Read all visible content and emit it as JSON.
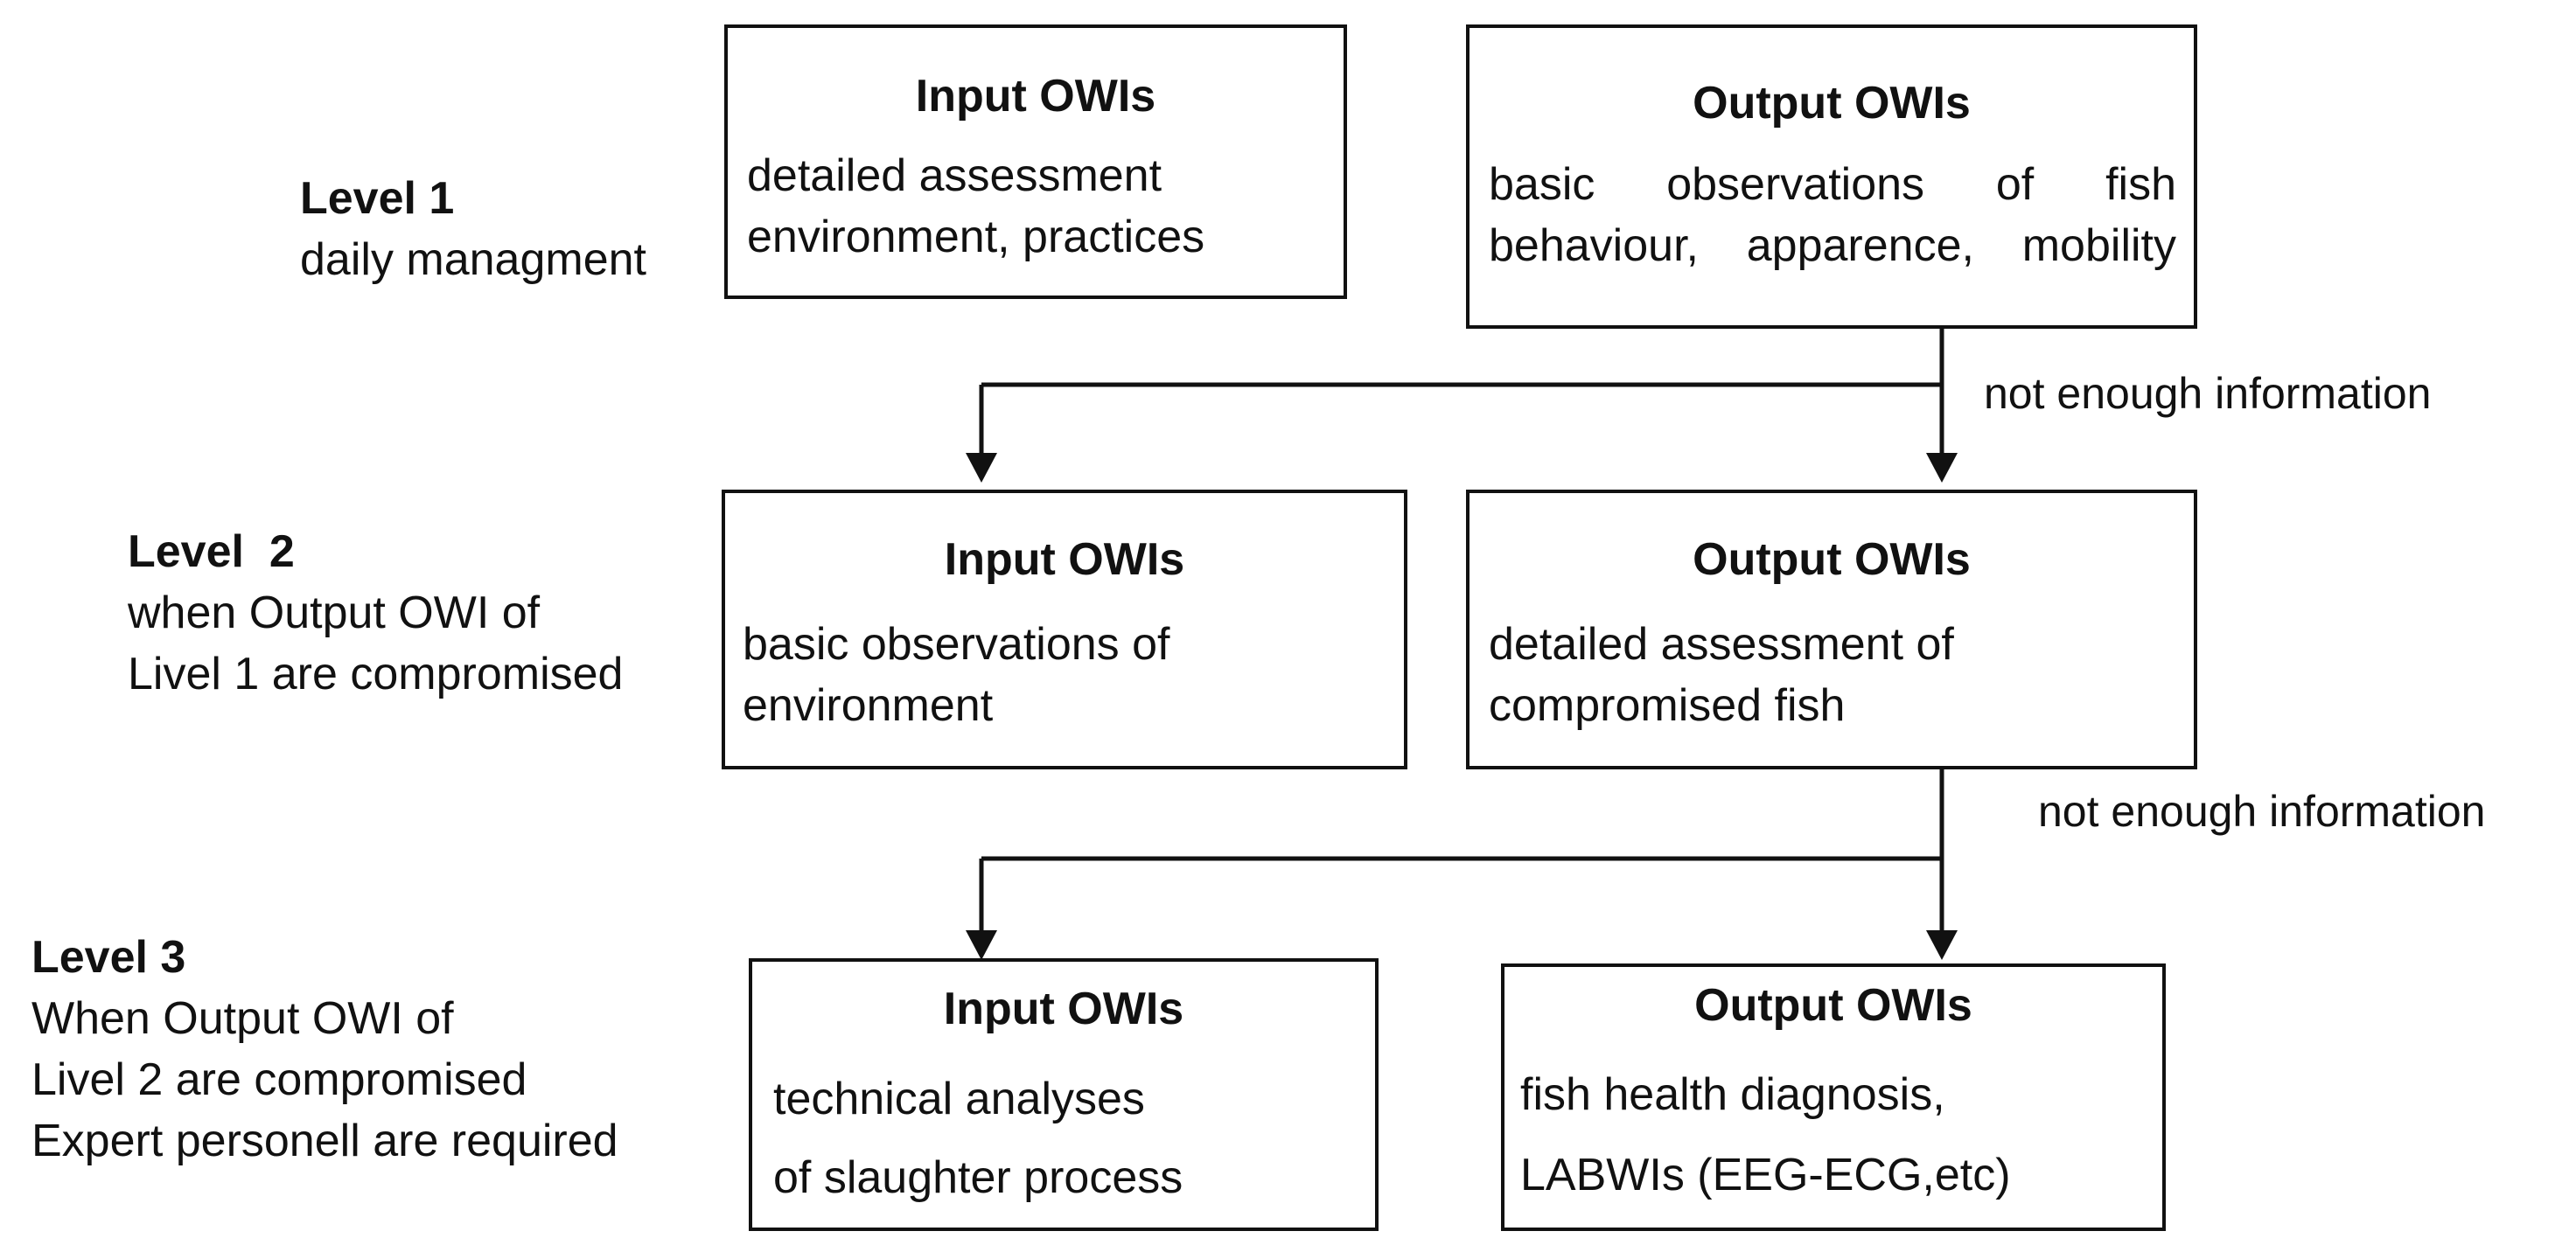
{
  "levels": [
    {
      "heading": "Level 1",
      "lines": [
        "daily managment"
      ]
    },
    {
      "heading": "Level  2",
      "lines": [
        "when Output OWI of",
        "Livel 1 are compromised"
      ]
    },
    {
      "heading": "Level 3",
      "lines": [
        "When Output OWI of",
        "Livel 2 are compromised",
        "Expert personell are required"
      ]
    }
  ],
  "boxes": {
    "l1_input": {
      "title": "Input OWIs",
      "lines": [
        "detailed assessment",
        "environment, practices"
      ]
    },
    "l1_output": {
      "title": "Output OWIs",
      "lines": [
        "basic  observations  of  fish",
        "behaviour, apparence, mobility"
      ]
    },
    "l2_input": {
      "title": "Input OWIs",
      "lines": [
        "basic observations of",
        "environment"
      ]
    },
    "l2_output": {
      "title": "Output OWIs",
      "lines": [
        "detailed assessment of",
        "compromised fish"
      ]
    },
    "l3_input": {
      "title": "Input OWIs",
      "lines": [
        "technical analyses",
        "of slaughter process"
      ]
    },
    "l3_output": {
      "title": "Output OWIs",
      "lines": [
        "fish health diagnosis,",
        "LABWIs (EEG-ECG,etc)"
      ]
    }
  },
  "notes": [
    "not enough information",
    "not enough information"
  ]
}
